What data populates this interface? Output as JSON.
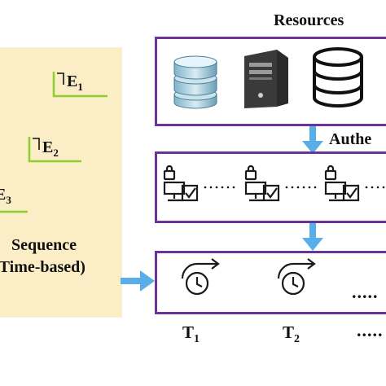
{
  "sequence_panel": {
    "events": [
      {
        "base": "E",
        "sub": "1"
      },
      {
        "base": "E",
        "sub": "2"
      },
      {
        "base": "E",
        "sub": "3"
      }
    ],
    "label_line1": "Sequence",
    "label_line2": "(Time-based)"
  },
  "resources": {
    "title": "Resources",
    "icons": [
      "database-icon",
      "server-tower-icon",
      "database-stack-icon"
    ]
  },
  "auth": {
    "title": "Authe",
    "icons": [
      "user-lock-check-icon",
      "user-lock-check-icon",
      "user-lock-check-icon"
    ]
  },
  "timeline": {
    "items": [
      {
        "base": "T",
        "sub": "1"
      },
      {
        "base": "T",
        "sub": "2"
      }
    ],
    "ellipsis": ".....",
    "label_ellipsis": "....."
  },
  "colors": {
    "panel_fill": "#fbedc6",
    "box_border": "#6a3398",
    "event_marker": "#8ccf2e",
    "arrow": "#5aaee8"
  }
}
